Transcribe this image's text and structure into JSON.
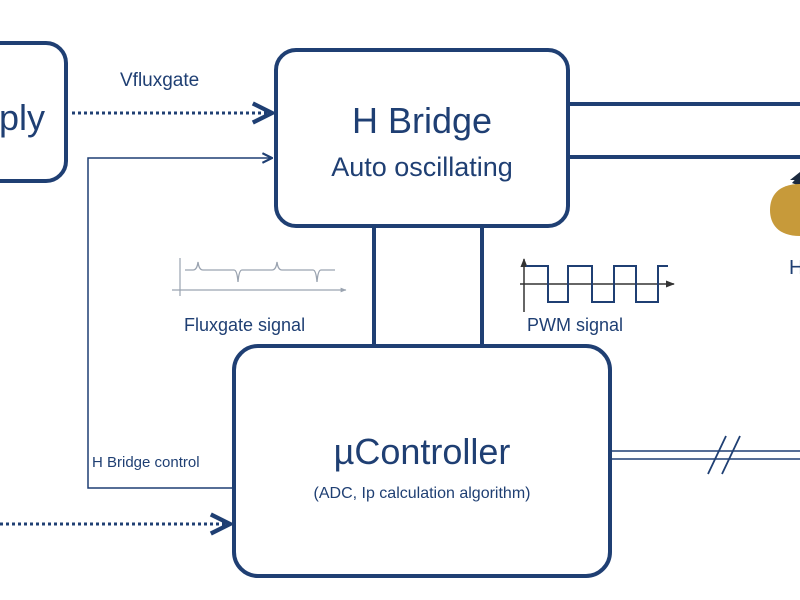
{
  "colors": {
    "primary": "#1f3f73",
    "signal_gray": "#9aa3b0",
    "sensor_gold": "#c79a3a",
    "sensor_dark": "#1c2a3f"
  },
  "power_supply": {
    "label_partial": "ply"
  },
  "h_bridge": {
    "title": "H Bridge",
    "subtitle": "Auto oscillating"
  },
  "controller": {
    "title": "µController",
    "subtitle": "(ADC, Ip calculation algorithm)"
  },
  "labels": {
    "vfluxgate": "Vfluxgate",
    "h_bridge_control": "H Bridge control",
    "fluxgate_signal": "Fluxgate signal",
    "pwm_signal": "PWM signal",
    "sensor_partial": "H"
  }
}
